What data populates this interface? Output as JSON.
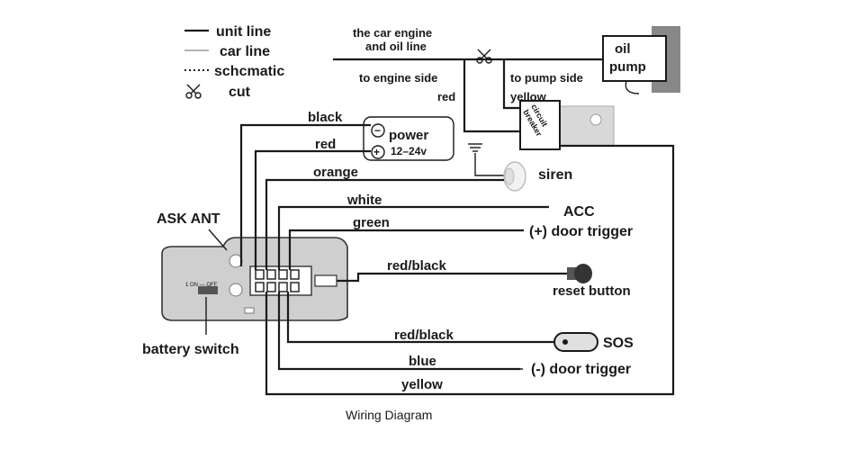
{
  "legend": {
    "unit_line": "unit line",
    "car_line": "car line",
    "schematic": "schcmatic",
    "cut": "cut"
  },
  "engine": {
    "label_line1": "the car engine",
    "label_line2": "and oil line",
    "engine_side": "to engine side",
    "pump_side": "to pump side",
    "red": "red",
    "yellow": "yellow",
    "oil_pump_line1": "oil",
    "oil_pump_line2": "pump",
    "circuit_breaker_line1": "circuit",
    "circuit_breaker_line2": "breaker"
  },
  "power": {
    "title": "power",
    "voltage": "12–24v",
    "minus": "−",
    "plus": "+"
  },
  "wires": {
    "black": "black",
    "red": "red",
    "orange": "orange",
    "white": "white",
    "green": "green",
    "red_black_1": "red/black",
    "red_black_2": "red/black",
    "blue": "blue",
    "yellow": "yellow"
  },
  "devices": {
    "siren": "siren",
    "acc": "ACC",
    "pos_door": "(+) door trigger",
    "reset": "reset button",
    "sos": "SOS",
    "neg_door": "(-) door trigger"
  },
  "unit": {
    "ask_ant": "ASK ANT",
    "battery_switch": "battery switch",
    "switch_text": "1 ON — OFF"
  },
  "caption": "Wiring Diagram"
}
